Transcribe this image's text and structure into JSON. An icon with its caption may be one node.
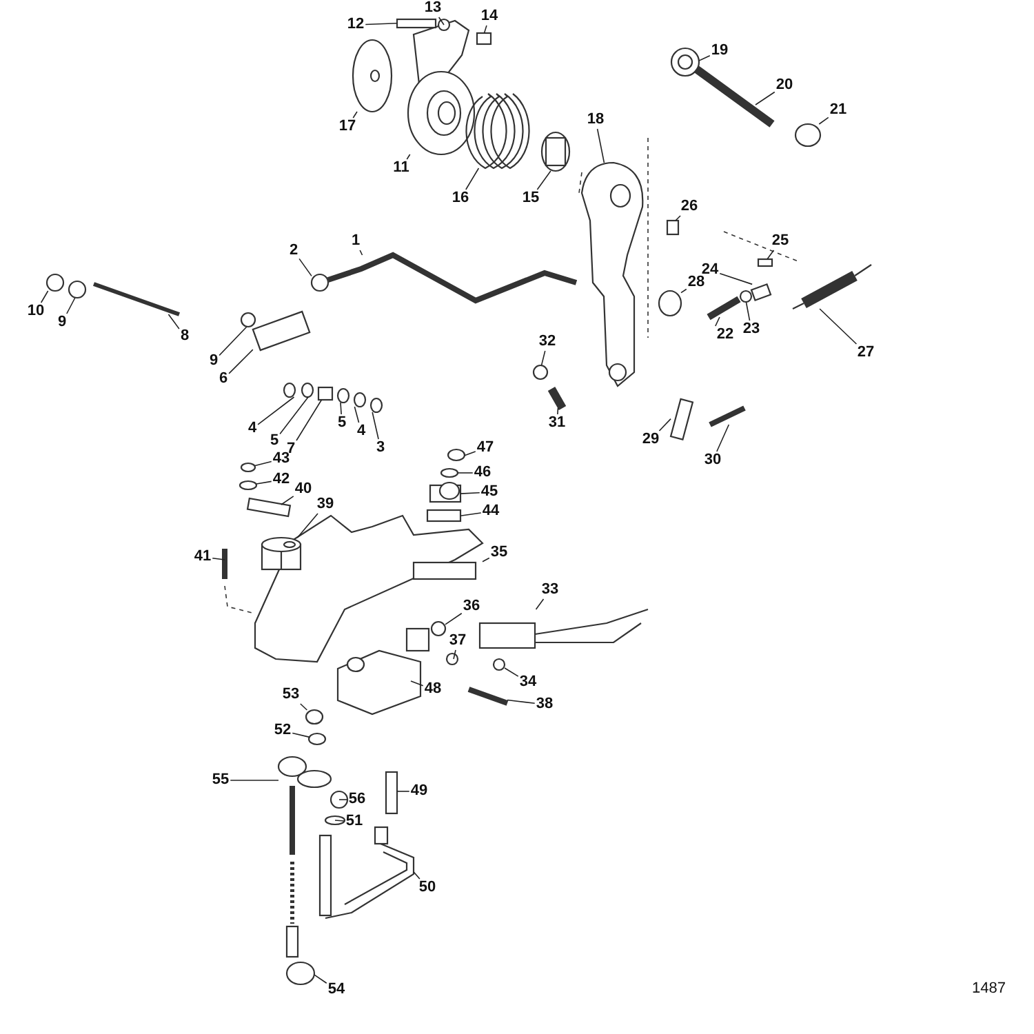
{
  "diagram": {
    "nodes": [
      {
        "text": [
          "1"
        ]
      },
      {
        "text": [
          "2"
        ]
      },
      {
        "text": [
          "3"
        ]
      },
      {
        "text": [
          "4"
        ]
      },
      {
        "text": [
          "4"
        ]
      },
      {
        "text": [
          "5"
        ]
      },
      {
        "text": [
          "5"
        ]
      },
      {
        "text": [
          "6"
        ]
      },
      {
        "text": [
          "7"
        ]
      },
      {
        "text": [
          "8"
        ]
      },
      {
        "text": [
          "9"
        ]
      },
      {
        "text": [
          "9"
        ]
      },
      {
        "text": [
          "10"
        ]
      },
      {
        "text": [
          "11"
        ]
      },
      {
        "text": [
          "12"
        ]
      },
      {
        "text": [
          "13"
        ]
      },
      {
        "text": [
          "14"
        ]
      },
      {
        "text": [
          "15"
        ]
      },
      {
        "text": [
          "16"
        ]
      },
      {
        "text": [
          "17"
        ]
      },
      {
        "text": [
          "18"
        ]
      },
      {
        "text": [
          "19"
        ]
      },
      {
        "text": [
          "20"
        ]
      },
      {
        "text": [
          "21"
        ]
      },
      {
        "text": [
          "22"
        ]
      },
      {
        "text": [
          "23"
        ]
      },
      {
        "text": [
          "24"
        ]
      },
      {
        "text": [
          "25"
        ]
      },
      {
        "text": [
          "26"
        ]
      },
      {
        "text": [
          "27"
        ]
      },
      {
        "text": [
          "28"
        ]
      },
      {
        "text": [
          "29"
        ]
      },
      {
        "text": [
          "30"
        ]
      },
      {
        "text": [
          "31"
        ]
      },
      {
        "text": [
          "32"
        ]
      },
      {
        "text": [
          "33"
        ]
      },
      {
        "text": [
          "34"
        ]
      },
      {
        "text": [
          "35"
        ]
      },
      {
        "text": [
          "36"
        ]
      },
      {
        "text": [
          "37"
        ]
      },
      {
        "text": [
          "38"
        ]
      },
      {
        "text": [
          "39"
        ]
      },
      {
        "text": [
          "40"
        ]
      },
      {
        "text": [
          "41"
        ]
      },
      {
        "text": [
          "42"
        ]
      },
      {
        "text": [
          "43"
        ]
      },
      {
        "text": [
          "44"
        ]
      },
      {
        "text": [
          "45"
        ]
      },
      {
        "text": [
          "46"
        ]
      },
      {
        "text": [
          "47"
        ]
      },
      {
        "text": [
          "48"
        ]
      },
      {
        "text": [
          "49"
        ]
      },
      {
        "text": [
          "50"
        ]
      },
      {
        "text": [
          "51"
        ]
      },
      {
        "text": [
          "52"
        ]
      },
      {
        "text": [
          "53"
        ]
      },
      {
        "text": [
          "54"
        ]
      },
      {
        "text": [
          "55"
        ]
      },
      {
        "text": [
          "56"
        ]
      },
      {
        "text": [],
        "shape": "bar"
      },
      {
        "text": [],
        "shape": "circle"
      },
      {
        "text": [],
        "shape": "circle"
      },
      {
        "text": [],
        "shape": "circle"
      },
      {
        "text": [],
        "shape": "circle"
      },
      {
        "text": [],
        "shape": "circle"
      },
      {
        "text": [],
        "shape": "circle"
      },
      {
        "text": [],
        "shape": "box"
      },
      {
        "text": [],
        "shape": "box"
      },
      {
        "text": [],
        "shape": "bar"
      },
      {
        "text": [],
        "shape": "circle"
      },
      {
        "text": [],
        "shape": "circle"
      },
      {
        "text": [],
        "shape": "circle"
      },
      {
        "text": [],
        "shape": "picture"
      },
      {
        "text": [],
        "shape": "box"
      },
      {
        "text": [],
        "shape": "circle"
      },
      {
        "text": [],
        "shape": "box"
      },
      {
        "text": [],
        "shape": "picture"
      },
      {
        "text": [],
        "shape": "picture"
      },
      {
        "text": [],
        "shape": "circle"
      },
      {
        "text": [],
        "shape": "picture"
      },
      {
        "text": [],
        "shape": "circle"
      },
      {
        "text": [],
        "shape": "bar"
      },
      {
        "text": [],
        "shape": "circle"
      },
      {
        "text": [],
        "shape": "bar"
      },
      {
        "text": [],
        "shape": "circle"
      },
      {
        "text": [],
        "shape": "box"
      },
      {
        "text": [],
        "shape": "box"
      },
      {
        "text": [],
        "shape": "box"
      },
      {
        "text": [],
        "shape": "bar"
      },
      {
        "text": [],
        "shape": "circle"
      },
      {
        "text": [],
        "shape": "box"
      },
      {
        "text": [],
        "shape": "bar"
      },
      {
        "text": [],
        "shape": "bar"
      },
      {
        "text": [],
        "shape": "circle"
      },
      {
        "text": [],
        "shape": "picture"
      },
      {
        "text": [],
        "shape": "circle"
      },
      {
        "text": [],
        "shape": "picture"
      },
      {
        "text": [],
        "shape": "picture"
      },
      {
        "text": [],
        "shape": "circle"
      },
      {
        "text": [],
        "shape": "bar"
      },
      {
        "text": [],
        "shape": "picture"
      },
      {
        "text": [],
        "shape": "box"
      },
      {
        "text": [],
        "shape": "bar"
      },
      {
        "text": [],
        "shape": "circle"
      },
      {
        "text": [],
        "shape": "circle"
      },
      {
        "text": [],
        "shape": "box"
      },
      {
        "text": [],
        "shape": "picture"
      },
      {
        "text": [],
        "shape": "circle"
      },
      {
        "text": [],
        "shape": "circle"
      },
      {
        "text": [],
        "shape": "picture"
      },
      {
        "text": [],
        "shape": "box"
      },
      {
        "text": [],
        "shape": "picture"
      },
      {
        "text": [],
        "shape": "circle"
      },
      {
        "text": [],
        "shape": "circle"
      },
      {
        "text": [],
        "shape": "circle"
      },
      {
        "text": [],
        "shape": "circle"
      },
      {
        "text": [],
        "shape": "picture"
      },
      {
        "text": [],
        "shape": "circle"
      }
    ],
    "edges": [
      {
        "from": 0,
        "to": 59,
        "arrow": "none"
      },
      {
        "from": 1,
        "to": 60,
        "arrow": "none"
      },
      {
        "from": 2,
        "to": 61,
        "arrow": "none"
      },
      {
        "from": 3,
        "to": 62,
        "arrow": "none"
      },
      {
        "from": 4,
        "to": 63,
        "arrow": "none"
      },
      {
        "from": 5,
        "to": 64,
        "arrow": "none"
      },
      {
        "from": 6,
        "to": 65,
        "arrow": "none"
      },
      {
        "from": 7,
        "to": 66,
        "arrow": "none"
      },
      {
        "from": 8,
        "to": 67,
        "arrow": "none"
      },
      {
        "from": 9,
        "to": 68,
        "arrow": "none"
      },
      {
        "from": 10,
        "to": 69,
        "arrow": "none"
      },
      {
        "from": 11,
        "to": 70,
        "arrow": "none"
      },
      {
        "from": 12,
        "to": 71,
        "arrow": "none"
      },
      {
        "from": 13,
        "to": 72,
        "arrow": "none"
      },
      {
        "from": 14,
        "to": 73,
        "arrow": "none"
      },
      {
        "from": 15,
        "to": 74,
        "arrow": "none"
      },
      {
        "from": 16,
        "to": 75,
        "arrow": "none"
      },
      {
        "from": 17,
        "to": 76,
        "arrow": "none"
      },
      {
        "from": 18,
        "to": 77,
        "arrow": "none"
      },
      {
        "from": 19,
        "to": 78,
        "arrow": "none"
      },
      {
        "from": 20,
        "to": 79,
        "arrow": "none"
      },
      {
        "from": 21,
        "to": 80,
        "arrow": "none"
      },
      {
        "from": 22,
        "to": 81,
        "arrow": "none"
      },
      {
        "from": 23,
        "to": 82,
        "arrow": "none"
      },
      {
        "from": 24,
        "to": 83,
        "arrow": "none"
      },
      {
        "from": 25,
        "to": 84,
        "arrow": "none"
      },
      {
        "from": 26,
        "to": 85,
        "arrow": "none"
      },
      {
        "from": 27,
        "to": 86,
        "arrow": "none"
      },
      {
        "from": 28,
        "to": 87,
        "arrow": "none"
      },
      {
        "from": 29,
        "to": 88,
        "arrow": "none"
      },
      {
        "from": 30,
        "to": 89,
        "arrow": "none"
      },
      {
        "from": 31,
        "to": 90,
        "arrow": "none"
      },
      {
        "from": 32,
        "to": 91,
        "arrow": "none"
      },
      {
        "from": 33,
        "to": 92,
        "arrow": "none"
      },
      {
        "from": 34,
        "to": 93,
        "arrow": "none"
      },
      {
        "from": 35,
        "to": 94,
        "arrow": "none"
      },
      {
        "from": 36,
        "to": 95,
        "arrow": "none"
      },
      {
        "from": 37,
        "to": 96,
        "arrow": "none"
      },
      {
        "from": 38,
        "to": 97,
        "arrow": "none"
      },
      {
        "from": 39,
        "to": 98,
        "arrow": "none"
      },
      {
        "from": 40,
        "to": 99,
        "arrow": "none"
      },
      {
        "from": 41,
        "to": 100,
        "arrow": "none"
      },
      {
        "from": 42,
        "to": 101,
        "arrow": "none"
      },
      {
        "from": 43,
        "to": 102,
        "arrow": "none"
      },
      {
        "from": 44,
        "to": 103,
        "arrow": "none"
      },
      {
        "from": 45,
        "to": 104,
        "arrow": "none"
      },
      {
        "from": 46,
        "to": 105,
        "arrow": "none"
      },
      {
        "from": 47,
        "to": 106,
        "arrow": "none"
      },
      {
        "from": 48,
        "to": 107,
        "arrow": "none"
      },
      {
        "from": 49,
        "to": 108,
        "arrow": "none"
      },
      {
        "from": 50,
        "to": 109,
        "arrow": "none"
      },
      {
        "from": 51,
        "to": 110,
        "arrow": "none"
      },
      {
        "from": 52,
        "to": 111,
        "arrow": "none"
      },
      {
        "from": 53,
        "to": 112,
        "arrow": "none"
      },
      {
        "from": 54,
        "to": 113,
        "arrow": "none"
      },
      {
        "from": 55,
        "to": 114,
        "arrow": "none"
      },
      {
        "from": 56,
        "to": 115,
        "arrow": "none"
      },
      {
        "from": 57,
        "to": 116,
        "arrow": "none"
      },
      {
        "from": 58,
        "to": 117,
        "arrow": "none"
      }
    ],
    "labels": [
      "1487"
    ]
  }
}
